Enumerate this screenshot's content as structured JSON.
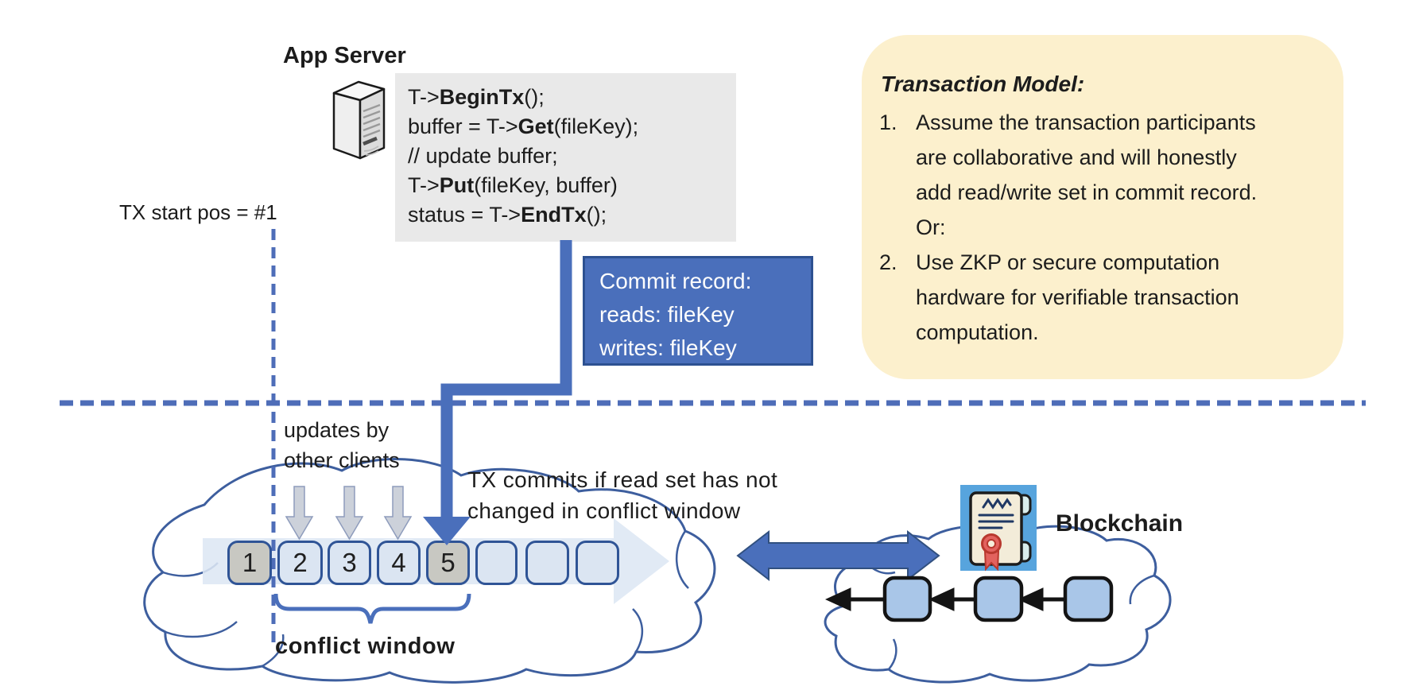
{
  "app_server": {
    "label": "App Server"
  },
  "code_block": {
    "lines": [
      {
        "pre": "T->",
        "bold": "BeginTx",
        "post": "();"
      },
      {
        "pre": "buffer = T->",
        "bold": "Get",
        "post": "(fileKey);"
      },
      {
        "pre": "// update buffer;",
        "bold": "",
        "post": ""
      },
      {
        "pre": "T->",
        "bold": "Put",
        "post": "(fileKey, buffer)"
      },
      {
        "pre": "status = T->",
        "bold": "EndTx",
        "post": "();"
      }
    ]
  },
  "tx_start": {
    "label": "TX start pos = #1"
  },
  "commit_record": {
    "line1": "Commit record:",
    "line2": "reads: fileKey",
    "line3": "writes: fileKey"
  },
  "transaction_model": {
    "title": "Transaction Model:",
    "items": [
      {
        "number": "1.",
        "text": "Assume the transaction participants are collaborative and will honestly add read/write set in commit record.  Or:"
      },
      {
        "number": "2.",
        "text": "Use ZKP or secure computation hardware for verifiable transaction computation."
      }
    ]
  },
  "updates_label": {
    "line1": "updates by",
    "line2": "other clients"
  },
  "tx_commits_label": {
    "line1": "TX commits if read set has not",
    "line2": "changed in conflict window"
  },
  "conflict_window": {
    "label": "conflict window"
  },
  "timeline": {
    "blocks": [
      {
        "label": "1",
        "style": "gray"
      },
      {
        "label": "2",
        "style": "light"
      },
      {
        "label": "3",
        "style": "light"
      },
      {
        "label": "4",
        "style": "light"
      },
      {
        "label": "5",
        "style": "gray"
      },
      {
        "label": "",
        "style": "light"
      },
      {
        "label": "",
        "style": "light"
      },
      {
        "label": "",
        "style": "light"
      }
    ]
  },
  "blockchain": {
    "label": "Blockchain"
  },
  "icons": {
    "server": "server-tower-icon",
    "certificate": "certificate-seal-icon",
    "update_arrow": "gray-down-arrow-icon",
    "commit_arrow": "blue-elbow-arrow-icon",
    "sync_arrow": "double-headed-arrow-icon"
  },
  "colors": {
    "accent_blue": "#4a6fbb",
    "accent_dark": "#2d5191",
    "dashed_blue": "#4e6db8",
    "cloud_stroke": "#3d5e9e",
    "block_border": "#2f5496",
    "block_light": "#dbe5f2",
    "block_gray": "#c8c8c2",
    "band_fill": "#dde7f4",
    "chain_block_fill": "#a9c6e8",
    "code_bg": "#e9e9e9",
    "note_bg": "#fcf0cd",
    "cert_bg": "#57a4dd",
    "cert_paper": "#f3ecd9",
    "cert_ink": "#1f3864",
    "seal_red": "#e2625e",
    "text": "#1c1c1c"
  }
}
